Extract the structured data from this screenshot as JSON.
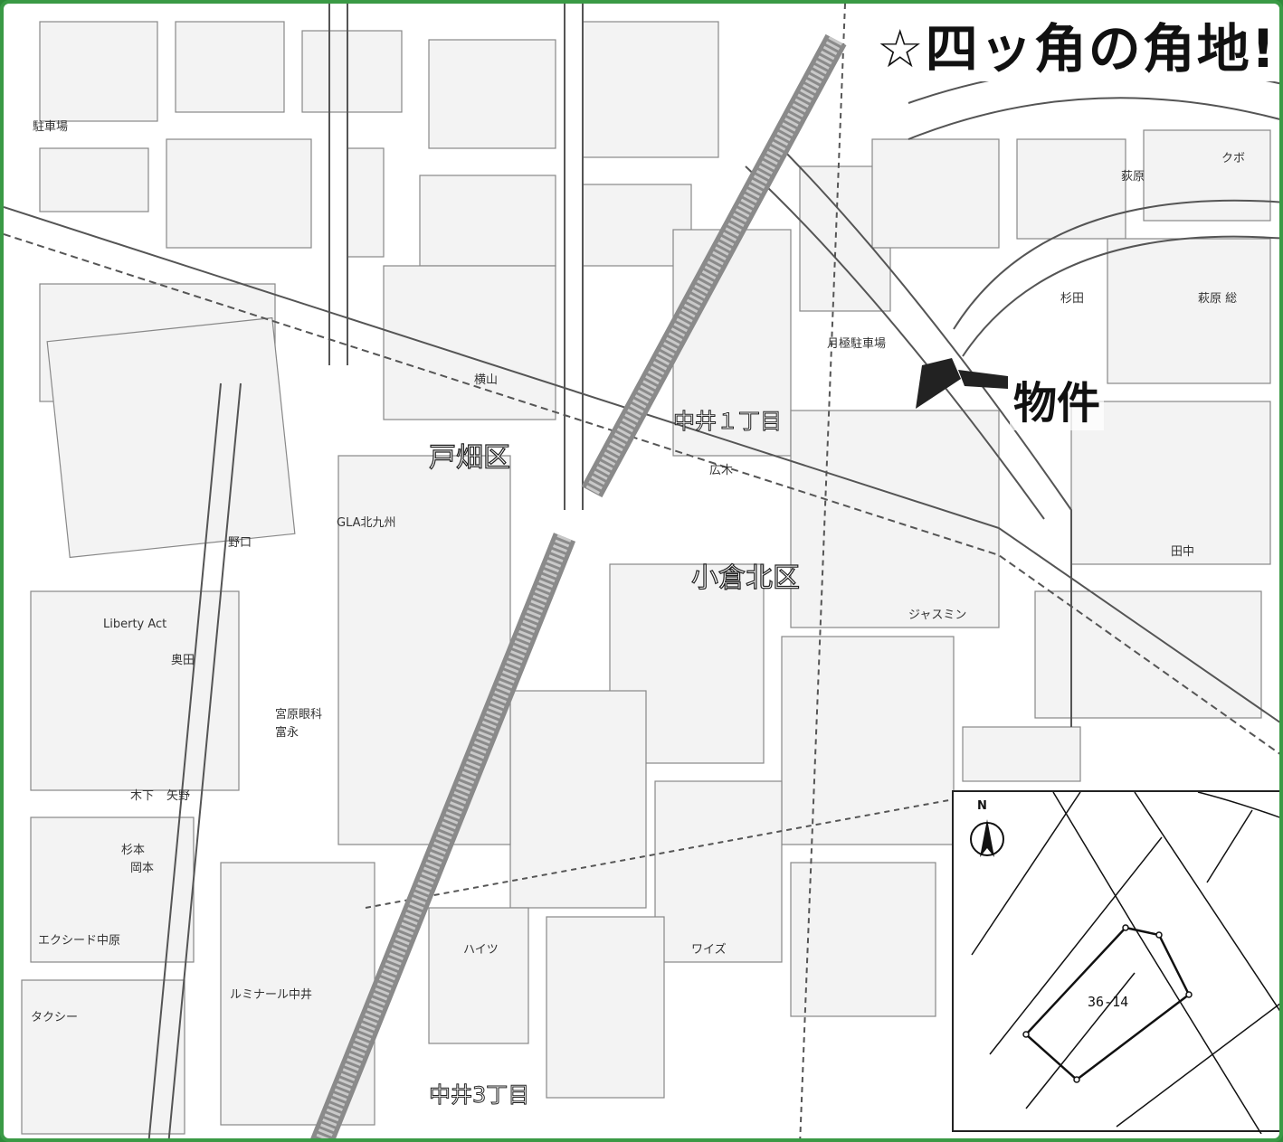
{
  "headline": "☆四ッ角の角地!",
  "property_label": "物件",
  "districts": {
    "tobata": "戸畑区",
    "kokurakita": "小倉北区"
  },
  "chome_labels": {
    "nakai1": "中井１丁目",
    "nakai3": "中井3丁目"
  },
  "map_labels": [
    "駐車場",
    "月極駐車場",
    "GLA北九州",
    "エクシード中原",
    "ルミナール中井",
    "ハイツ",
    "タクシー",
    "クボ",
    "萩原 総",
    "田中",
    "杉田",
    "奥田",
    "富永",
    "宮原眼科",
    "Liberty Act",
    "野口",
    "杉本",
    "ジャスミン",
    "木下",
    "矢野",
    "岡本",
    "ワイズ",
    "横山",
    "広木",
    "荻原"
  ],
  "inset": {
    "north": "N",
    "lot_number": "36-14"
  },
  "colors": {
    "border": "#3a9a45",
    "railway": "#8a8a8a",
    "property": "#222222"
  }
}
